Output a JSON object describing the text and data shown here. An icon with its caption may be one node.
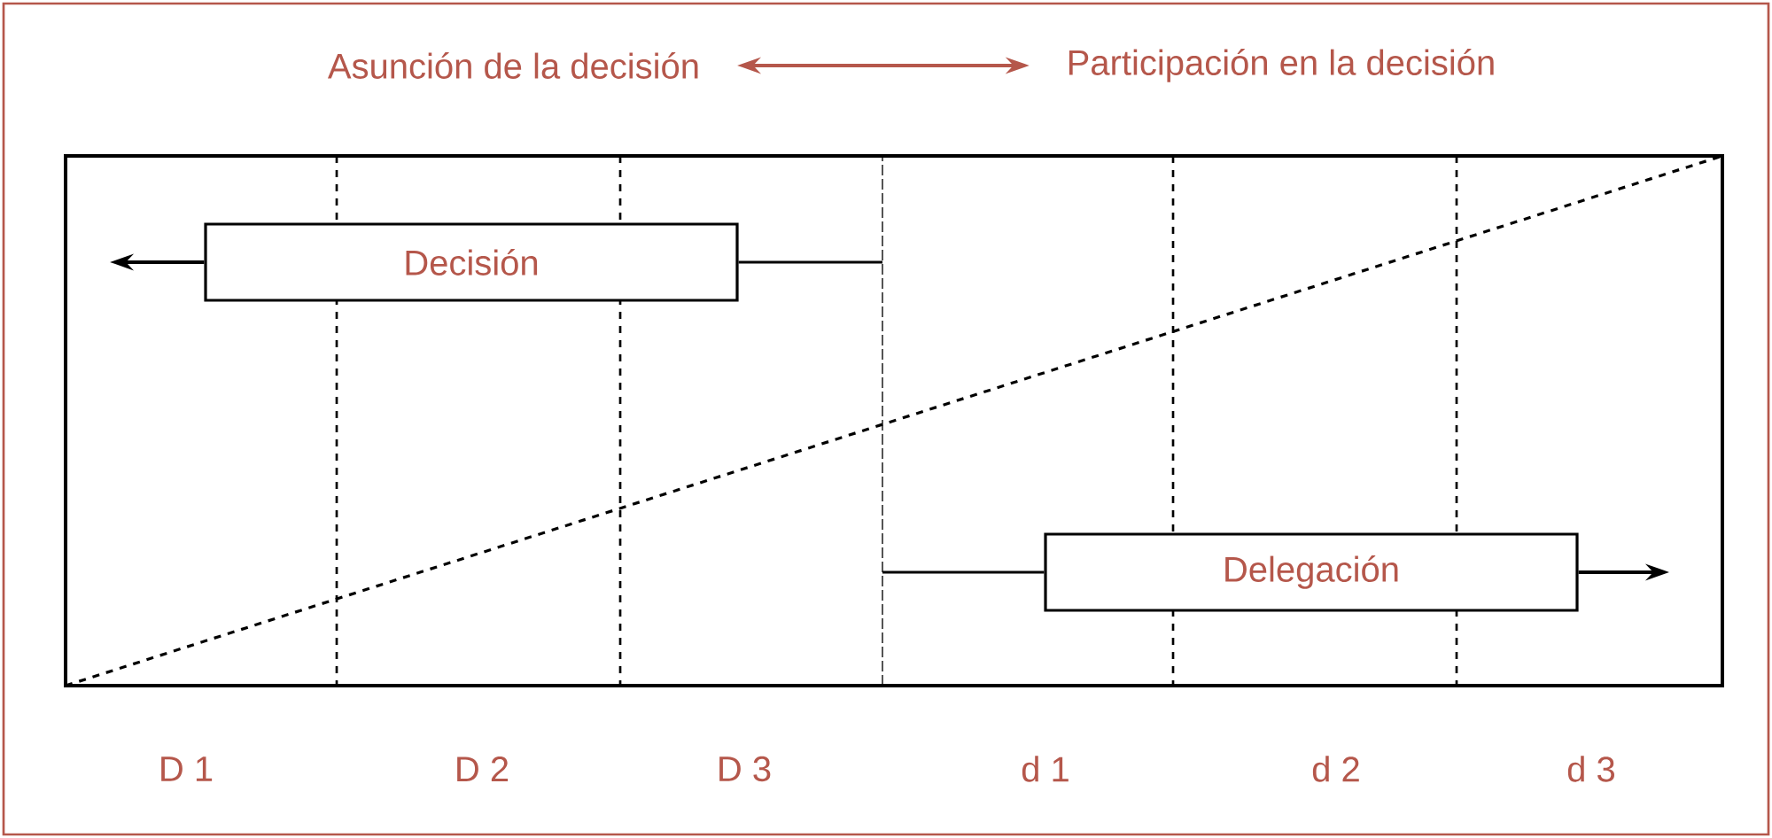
{
  "diagram": {
    "nodes": [
      {
        "text": [
          "Asunción de la decisión"
        ]
      },
      {
        "text": [
          "Participación en la decisión"
        ]
      },
      {
        "text": [
          "Decisión"
        ]
      },
      {
        "text": [
          "Delegación"
        ]
      },
      {
        "text": [],
        "shape": "bar"
      }
    ],
    "edges": [
      {
        "from": 0,
        "to": 1,
        "arrow": "both",
        "color": "#b5574b"
      },
      {
        "from": 2,
        "to": null,
        "arrow": "to"
      },
      {
        "from": 3,
        "to": null,
        "arrow": "to"
      },
      {
        "from": 4,
        "to": 2,
        "arrow": "none"
      },
      {
        "from": 4,
        "to": 3,
        "arrow": "none"
      }
    ],
    "labels": [
      "D 1",
      "D 2",
      "D 3",
      "d 1",
      "d 2",
      "d 3"
    ]
  }
}
